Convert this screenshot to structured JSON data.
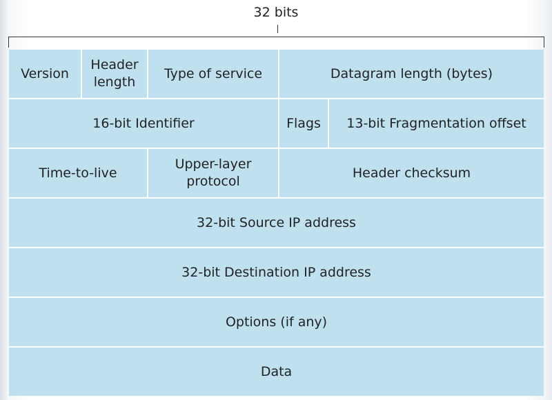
{
  "diagram": {
    "width_label": "32 bits",
    "rows": [
      {
        "fields": [
          {
            "label": "Version"
          },
          {
            "label": "Header\nlength"
          },
          {
            "label": "Type of service"
          },
          {
            "label": "Datagram length (bytes)"
          }
        ]
      },
      {
        "fields": [
          {
            "label": "16-bit Identifier"
          },
          {
            "label": "Flags"
          },
          {
            "label": "13-bit Fragmentation offset"
          }
        ]
      },
      {
        "fields": [
          {
            "label": "Time-to-live"
          },
          {
            "label": "Upper-layer\nprotocol"
          },
          {
            "label": "Header checksum"
          }
        ]
      },
      {
        "fields": [
          {
            "label": "32-bit Source IP address"
          }
        ]
      },
      {
        "fields": [
          {
            "label": "32-bit Destination IP address"
          }
        ]
      },
      {
        "fields": [
          {
            "label": "Options (if any)"
          }
        ]
      },
      {
        "fields": [
          {
            "label": "Data"
          }
        ]
      }
    ],
    "colors": {
      "cell_fill": "#bfe0ee",
      "cell_border": "#ffffff",
      "bracket": "#333333"
    }
  }
}
